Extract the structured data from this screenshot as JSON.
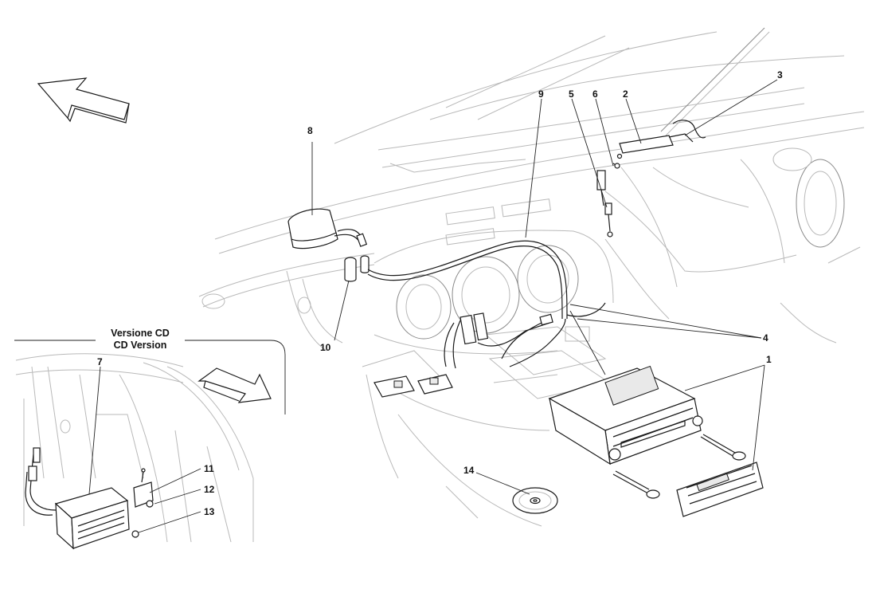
{
  "diagram": {
    "inset": {
      "title_it": "Versione CD",
      "title_en": "CD Version"
    },
    "callouts": [
      {
        "id": "c1",
        "label": "1"
      },
      {
        "id": "c2",
        "label": "2"
      },
      {
        "id": "c3",
        "label": "3"
      },
      {
        "id": "c4",
        "label": "4"
      },
      {
        "id": "c5",
        "label": "5"
      },
      {
        "id": "c6",
        "label": "6"
      },
      {
        "id": "c7",
        "label": "7"
      },
      {
        "id": "c8",
        "label": "8"
      },
      {
        "id": "c9",
        "label": "9"
      },
      {
        "id": "c10",
        "label": "10"
      },
      {
        "id": "c11",
        "label": "11"
      },
      {
        "id": "c12",
        "label": "12"
      },
      {
        "id": "c13",
        "label": "13"
      },
      {
        "id": "c14",
        "label": "14"
      }
    ],
    "icons": [
      "direction-arrow-icon",
      "cd-disc-icon"
    ]
  }
}
